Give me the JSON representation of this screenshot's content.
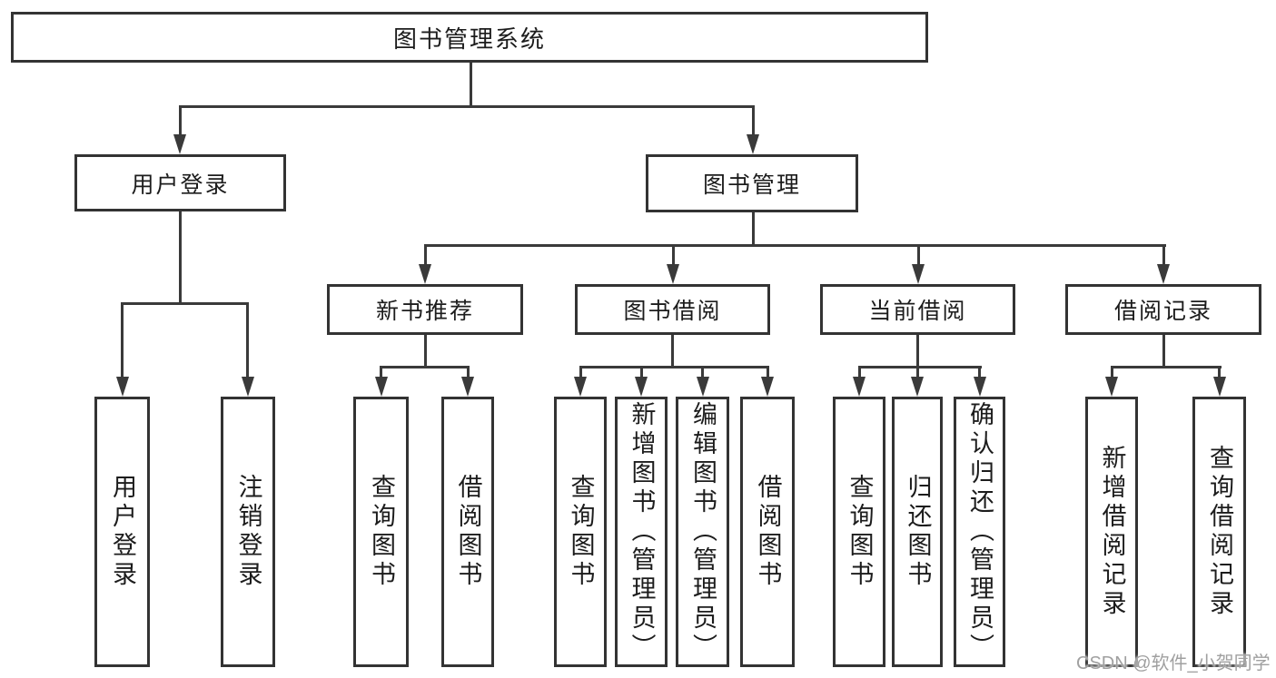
{
  "diagram": {
    "root": "图书管理系统",
    "level2": [
      "用户登录",
      "图书管理"
    ],
    "level3": [
      "新书推荐",
      "图书借阅",
      "当前借阅",
      "借阅记录"
    ],
    "leaves": {
      "login": [
        "用户登录",
        "注销登录"
      ],
      "recommend": [
        "查询图书",
        "借阅图书"
      ],
      "borrow": [
        "查询图书",
        "新增图书（管理员）",
        "编辑图书（管理员）",
        "借阅图书"
      ],
      "current": [
        "查询图书",
        "归还图书",
        "确认归还（管理员）"
      ],
      "records": [
        "新增借阅记录",
        "查询借阅记录"
      ]
    }
  },
  "watermark": {
    "text": "CSDN @软件_小贺同学"
  },
  "colors": {
    "line": "#3a3a3a",
    "border": "#333333",
    "text": "#1c1c1c",
    "watermark": "#a0a0a0"
  }
}
